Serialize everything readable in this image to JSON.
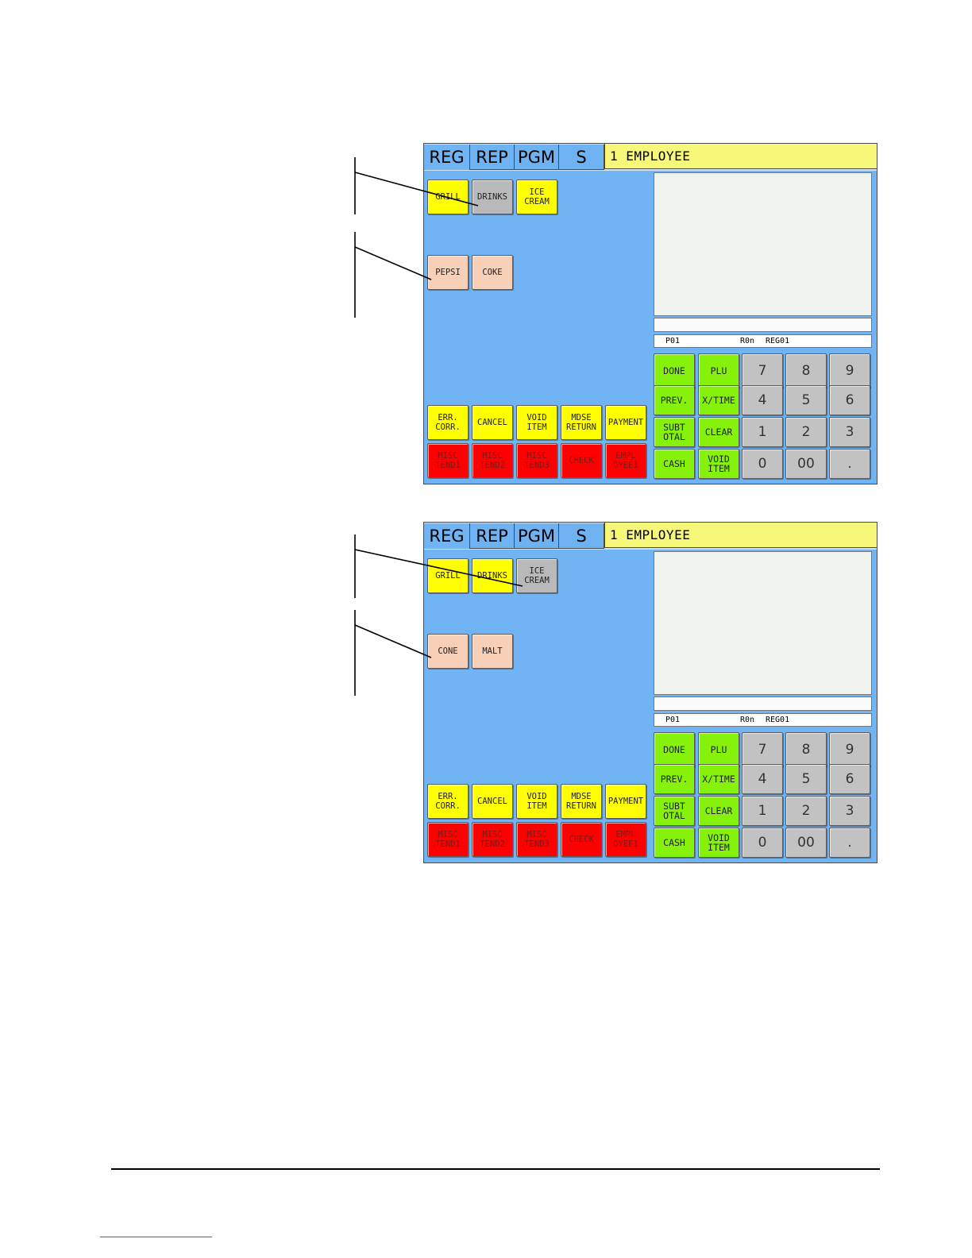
{
  "screens": [
    {
      "tabs": [
        "REG",
        "REP",
        "PGM",
        "S"
      ],
      "employee": "1  EMPLOYEE",
      "categories": [
        {
          "label": "GRILL",
          "color": "#ffff00"
        },
        {
          "label": "DRINKS",
          "color": "#b9b9b9"
        },
        {
          "label": "ICE\nCREAM",
          "color": "#ffff00"
        }
      ],
      "items": [
        "PEPSI",
        "COKE"
      ],
      "status": {
        "left": "P01",
        "mid": "R0n",
        "right": "REG01"
      },
      "function_row1": [
        "ERR.\nCORR.",
        "CANCEL",
        "VOID\nITEM",
        "MDSE\nRETURN",
        "PAYMENT"
      ],
      "function_row2": [
        "MISC\nTEND1",
        "MISC\nTEND2",
        "MISC\nTEND3",
        "CHECK",
        "EMPL\nOYEE1"
      ],
      "green_keys": [
        "DONE",
        "PLU",
        "PREV.",
        "X/TIME",
        "SUBT\nOTAL",
        "CLEAR",
        "CASH",
        "VOID\nITEM"
      ],
      "keypad": [
        "7",
        "8",
        "9",
        "4",
        "5",
        "6",
        "1",
        "2",
        "3",
        "0",
        "00",
        "."
      ]
    },
    {
      "tabs": [
        "REG",
        "REP",
        "PGM",
        "S"
      ],
      "employee": "1  EMPLOYEE",
      "categories": [
        {
          "label": "GRILL",
          "color": "#ffff00"
        },
        {
          "label": "DRINKS",
          "color": "#ffff00"
        },
        {
          "label": "ICE\nCREAM",
          "color": "#b9b9b9"
        }
      ],
      "items": [
        "CONE",
        "MALT"
      ],
      "status": {
        "left": "P01",
        "mid": "R0n",
        "right": "REG01"
      },
      "function_row1": [
        "ERR.\nCORR.",
        "CANCEL",
        "VOID\nITEM",
        "MDSE\nRETURN",
        "PAYMENT"
      ],
      "function_row2": [
        "MISC\nTEND1",
        "MISC\nTEND2",
        "MISC\nTEND3",
        "CHECK",
        "EMPL\nOYEE1"
      ],
      "green_keys": [
        "DONE",
        "PLU",
        "PREV.",
        "X/TIME",
        "SUBT\nOTAL",
        "CLEAR",
        "CASH",
        "VOID\nITEM"
      ],
      "keypad": [
        "7",
        "8",
        "9",
        "4",
        "5",
        "6",
        "1",
        "2",
        "3",
        "0",
        "00",
        "."
      ]
    }
  ]
}
